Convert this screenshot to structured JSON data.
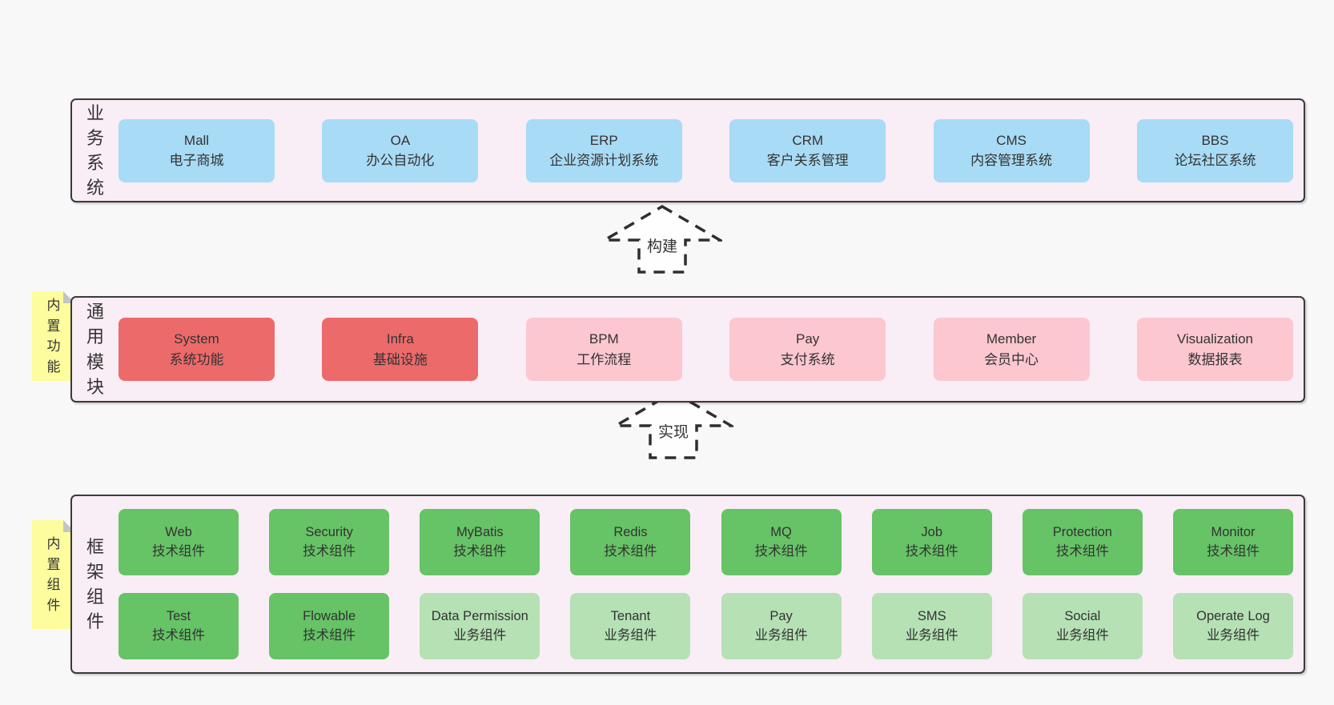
{
  "colors": {
    "blue": "#a8dbf5",
    "red": "#ed6a6a",
    "pink": "#fcc7cf",
    "green": "#66c366",
    "light_green": "#b5e1b5",
    "container_bg": "#f9edf6",
    "note_bg": "#fdfd9e",
    "border": "#3a3a3a"
  },
  "arrows": [
    {
      "label": "构建"
    },
    {
      "label": "实现"
    }
  ],
  "layers": [
    {
      "id": "business-systems",
      "label": "业务系统",
      "note": null,
      "rows": [
        [
          {
            "title": "Mall",
            "subtitle": "电子商城",
            "color": "blue"
          },
          {
            "title": "OA",
            "subtitle": "办公自动化",
            "color": "blue"
          },
          {
            "title": "ERP",
            "subtitle": "企业资源计划系统",
            "color": "blue"
          },
          {
            "title": "CRM",
            "subtitle": "客户关系管理",
            "color": "blue"
          },
          {
            "title": "CMS",
            "subtitle": "内容管理系统",
            "color": "blue"
          },
          {
            "title": "BBS",
            "subtitle": "论坛社区系统",
            "color": "blue"
          }
        ]
      ]
    },
    {
      "id": "common-modules",
      "label": "通用模块",
      "note": "内置功能",
      "rows": [
        [
          {
            "title": "System",
            "subtitle": "系统功能",
            "color": "red"
          },
          {
            "title": "Infra",
            "subtitle": "基础设施",
            "color": "red"
          },
          {
            "title": "BPM",
            "subtitle": "工作流程",
            "color": "pink"
          },
          {
            "title": "Pay",
            "subtitle": "支付系统",
            "color": "pink"
          },
          {
            "title": "Member",
            "subtitle": "会员中心",
            "color": "pink"
          },
          {
            "title": "Visualization",
            "subtitle": "数据报表",
            "color": "pink"
          }
        ]
      ]
    },
    {
      "id": "framework-components",
      "label": "框架组件",
      "note": "内置组件",
      "rows": [
        [
          {
            "title": "Web",
            "subtitle": "技术组件",
            "color": "green"
          },
          {
            "title": "Security",
            "subtitle": "技术组件",
            "color": "green"
          },
          {
            "title": "MyBatis",
            "subtitle": "技术组件",
            "color": "green"
          },
          {
            "title": "Redis",
            "subtitle": "技术组件",
            "color": "green"
          },
          {
            "title": "MQ",
            "subtitle": "技术组件",
            "color": "green"
          },
          {
            "title": "Job",
            "subtitle": "技术组件",
            "color": "green"
          },
          {
            "title": "Protection",
            "subtitle": "技术组件",
            "color": "green"
          },
          {
            "title": "Monitor",
            "subtitle": "技术组件",
            "color": "green"
          }
        ],
        [
          {
            "title": "Test",
            "subtitle": "技术组件",
            "color": "green"
          },
          {
            "title": "Flowable",
            "subtitle": "技术组件",
            "color": "green"
          },
          {
            "title": "Data Permission",
            "subtitle": "业务组件",
            "color": "light_green"
          },
          {
            "title": "Tenant",
            "subtitle": "业务组件",
            "color": "light_green"
          },
          {
            "title": "Pay",
            "subtitle": "业务组件",
            "color": "light_green"
          },
          {
            "title": "SMS",
            "subtitle": "业务组件",
            "color": "light_green"
          },
          {
            "title": "Social",
            "subtitle": "业务组件",
            "color": "light_green"
          },
          {
            "title": "Operate Log",
            "subtitle": "业务组件",
            "color": "light_green"
          }
        ]
      ]
    }
  ]
}
